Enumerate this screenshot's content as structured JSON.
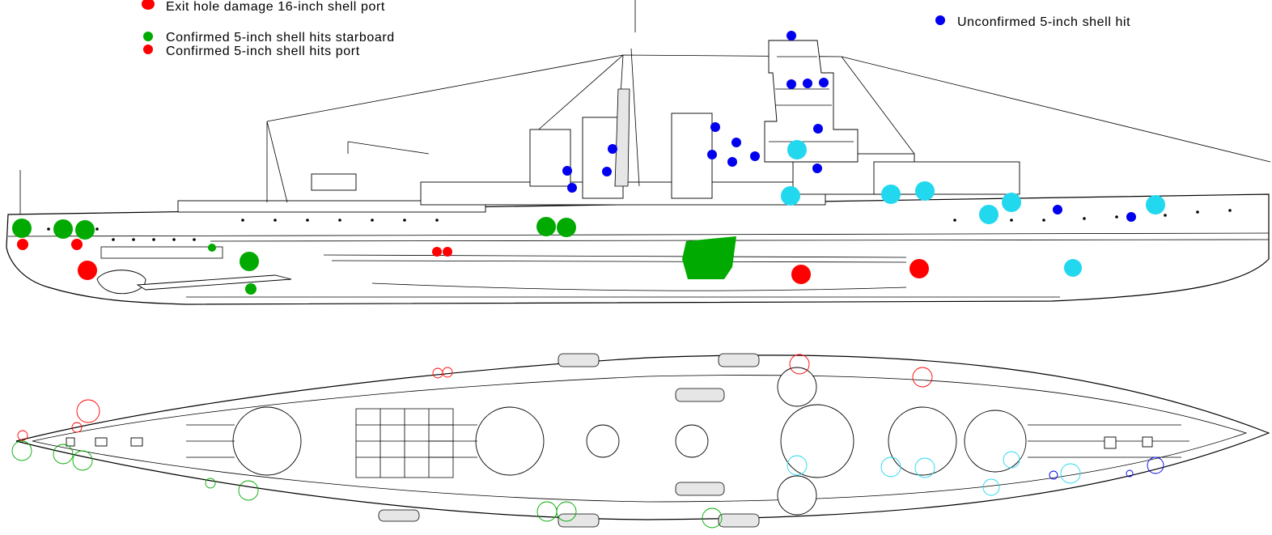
{
  "colors": {
    "exit_port": "#ff0000",
    "confirmed_starboard": "#00aa00",
    "confirmed_port": "#ff0000",
    "unconfirmed": "#0000ee",
    "cyan_marker": "#22d8ee"
  },
  "legend": [
    {
      "label": "Exit hole damage 16-inch shell port",
      "color_key": "exit_port"
    },
    {
      "label": "Confirmed 5-inch shell hits starboard",
      "color_key": "confirmed_starboard"
    },
    {
      "label": "Confirmed 5-inch shell hits port",
      "color_key": "confirmed_port"
    },
    {
      "label": "Unconfirmed 5-inch shell hit",
      "color_key": "unconfirmed"
    }
  ]
}
